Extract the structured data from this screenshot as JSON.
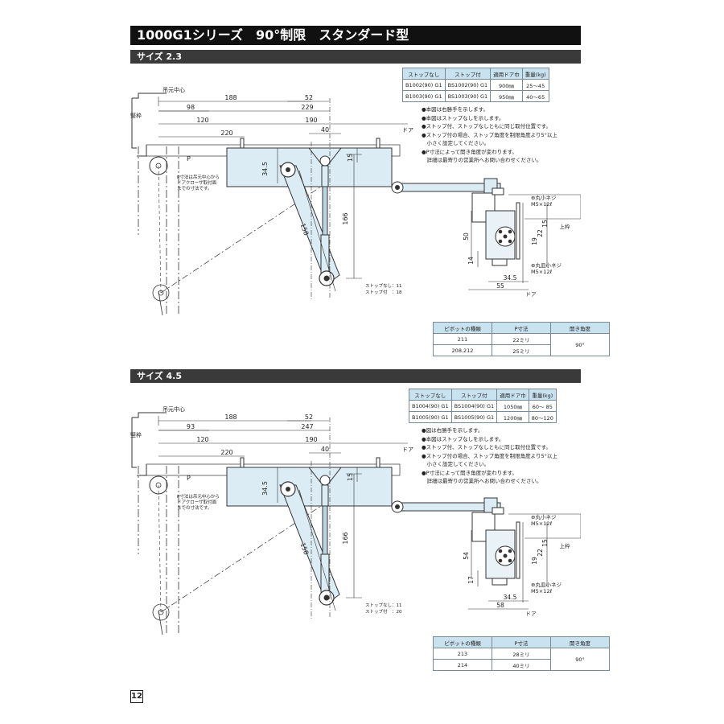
{
  "title": "1000G1シリーズ　90°制限　スタンダード型",
  "page_number": "12",
  "sections": [
    {
      "label": "サイズ 2.3",
      "spec_table": {
        "headers": [
          "ストップなし",
          "ストップ付",
          "適用ドア巾",
          "重量(kg)"
        ],
        "rows": [
          [
            "B1002(90) G1",
            "BS1002(90) G1",
            "900㎜",
            "25～45"
          ],
          [
            "B1003(90) G1",
            "BS1003(90) G1",
            "950㎜",
            "40～65"
          ]
        ]
      },
      "notes": [
        "●本図は右勝手を示します。",
        "●本図はストップなしを示します。",
        "●ストップ付、ストップなしともに同じ取付位置です。",
        "●ストップ付の場合、ストップ角度を制限角度より5°以上",
        "　小さく設定してください。",
        "●P寸法によって開き角度が変わります。",
        "　詳細は最寄りの営業所へお問い合わせください。"
      ],
      "pivot_table": {
        "headers": [
          "ピボットの種類",
          "P寸法",
          "開き角度"
        ],
        "rows": [
          [
            "211",
            "22ミリ"
          ],
          [
            "208.212",
            "25ミリ"
          ]
        ],
        "angle": "90°"
      },
      "labels": {
        "hinge_center": "吊元中心",
        "frame": "竪枠",
        "door": "ドア",
        "p": "P",
        "p_note": [
          "P寸法は吊元中心から",
          "ドアクローザ取付面",
          "までの寸法です。"
        ],
        "stop_none": "ストップなし：11",
        "stop_with": "ストップ付　：18",
        "dims": [
          "188",
          "52",
          "98",
          "229",
          "120",
          "190",
          "220",
          "40",
          "34.5",
          "15",
          "158",
          "166"
        ],
        "screw1": [
          "⊕丸小ネジ",
          "M5×12ℓ"
        ],
        "screw2": [
          "⊕丸皿小ネジ",
          "M5×12ℓ"
        ],
        "top_frame": "上枠",
        "side_dims": [
          "15",
          "22",
          "19",
          "50",
          "14",
          "34.5",
          "55"
        ],
        "door2": "ドア"
      }
    },
    {
      "label": "サイズ 4.5",
      "spec_table": {
        "headers": [
          "ストップなし",
          "ストップ付",
          "適用ドア巾",
          "重量(kg)"
        ],
        "rows": [
          [
            "B1004(90) G1",
            "BS1004(90) G1",
            "1050㎜",
            "60～ 85"
          ],
          [
            "B1005(90) G1",
            "BS1005(90) G1",
            "1200㎜",
            "80～120"
          ]
        ]
      },
      "notes": [
        "●図は右勝手を示します。",
        "●本図はストップなしを示します。",
        "●ストップ付、ストップなしともに同じ取付位置です。",
        "●ストップ付の場合、ストップ角度を制限角度より5°以上",
        "　小さく設定してください。",
        "●P寸法によって開き角度が変わります。",
        "　詳細は最寄りの営業所へお問い合わせください。"
      ],
      "pivot_table": {
        "headers": [
          "ピボットの種類",
          "P寸法",
          "開き角度"
        ],
        "rows": [
          [
            "213",
            "28ミリ"
          ],
          [
            "214",
            "40ミリ"
          ]
        ],
        "angle": "90°"
      },
      "labels": {
        "hinge_center": "吊元中心",
        "frame": "竪枠",
        "door": "ドア",
        "p": "P",
        "p_note": [
          "P寸法は吊元中心から",
          "ドアクローザ取付面",
          "までの寸法です。"
        ],
        "stop_none": "ストップなし：11",
        "stop_with": "ストップ付　：20",
        "dims": [
          "188",
          "52",
          "93",
          "247",
          "120",
          "190",
          "220",
          "40",
          "34.5",
          "15",
          "158",
          "166"
        ],
        "screw1": [
          "⊕丸小ネジ",
          "M5×12ℓ"
        ],
        "screw2": [
          "⊕丸皿小ネジ",
          "M5×12ℓ"
        ],
        "top_frame": "上枠",
        "side_dims": [
          "15",
          "22",
          "19",
          "54",
          "17",
          "34.5",
          "58"
        ],
        "door2": "ドア"
      }
    }
  ]
}
